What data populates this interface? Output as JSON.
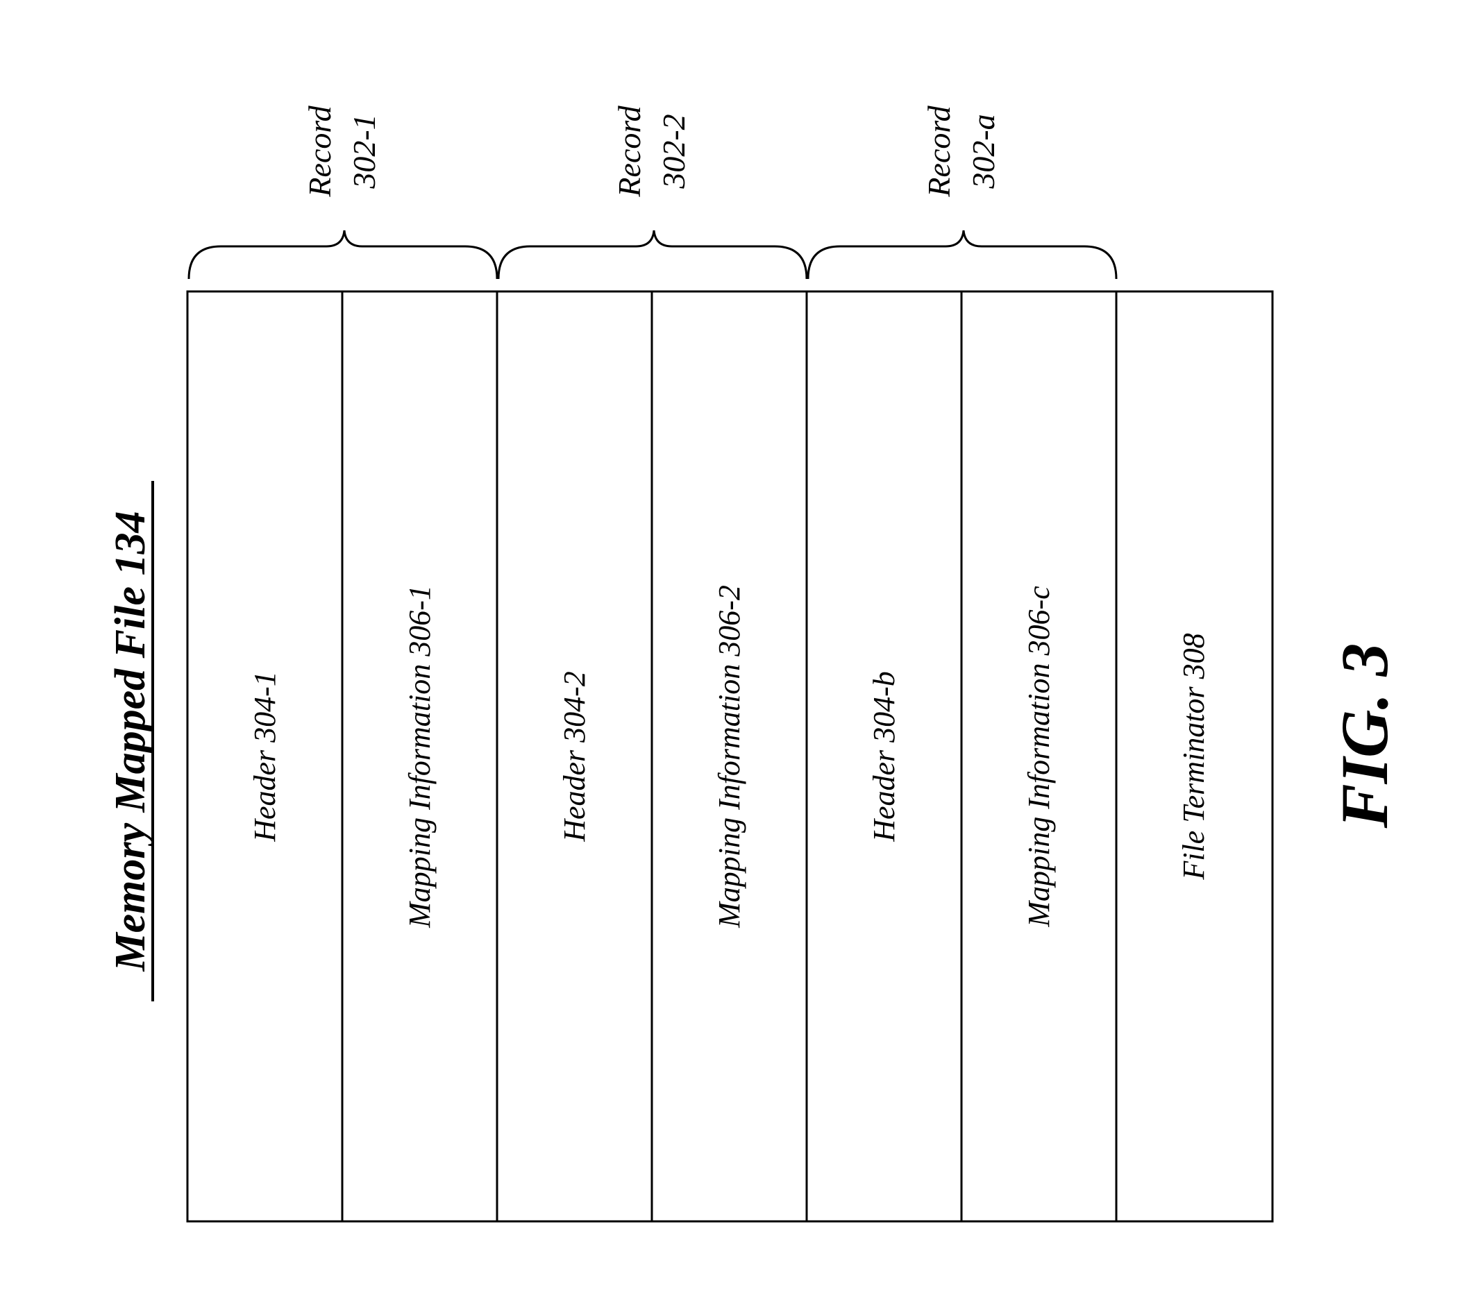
{
  "title": "Memory Mapped File 134",
  "figure_label": "FIG. 3",
  "columns": [
    "Header 304-1",
    "Mapping Information 306-1",
    "Header 304-2",
    "Mapping Information 306-2",
    "Header 304-b",
    "Mapping Information 306-c",
    "File Terminator 308"
  ],
  "records": [
    {
      "line1": "Record",
      "line2": "302-1"
    },
    {
      "line1": "Record",
      "line2": "302-2"
    },
    {
      "line1": "Record",
      "line2": "302-a"
    }
  ]
}
